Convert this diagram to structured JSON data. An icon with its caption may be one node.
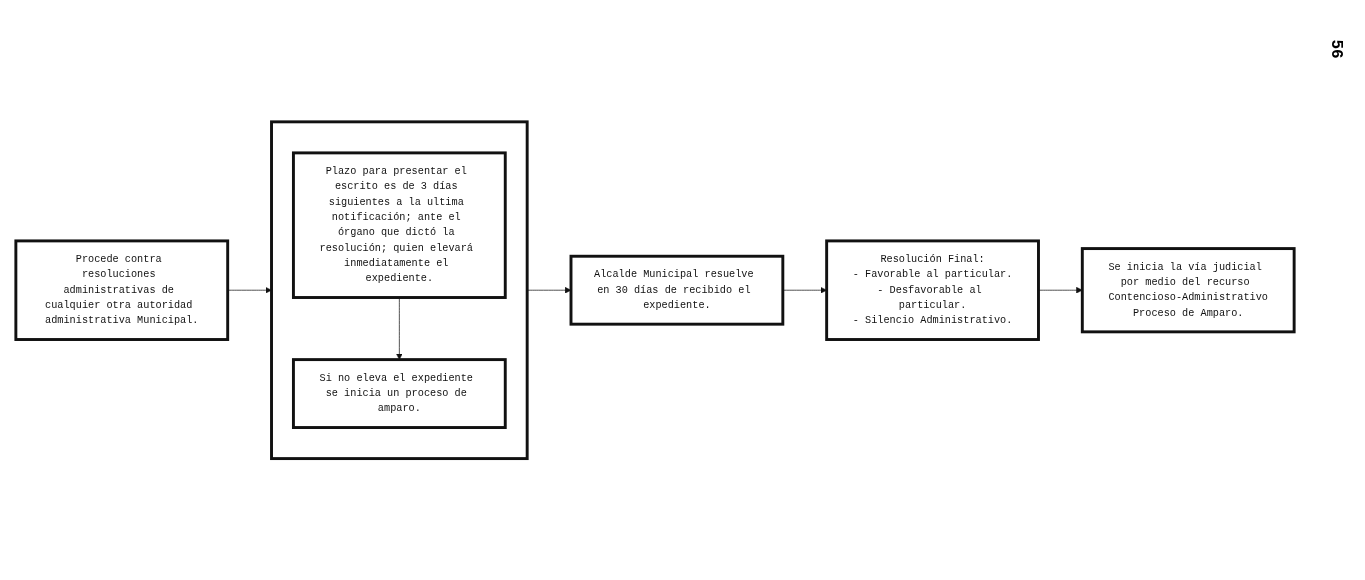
{
  "diagram": {
    "nodes": [
      {
        "text": [
          "Procede contra resoluciones administrativas de cualquier otra autoridad administrativa Municipal."
        ]
      },
      {
        "text": [],
        "shape": "box"
      },
      {
        "text": [
          "Plazo para presentar el escrito es de 3 días siguientes a la ultima notificación; ante el órgano que dictó la resolución; quien elevará inmediatamente el expediente."
        ],
        "in": 1
      },
      {
        "text": [
          "Si no eleva el expediente se inicia un proceso de amparo."
        ],
        "in": 1
      },
      {
        "text": [
          "Alcalde Municipal resuelve en 30 días de recibido el expediente."
        ]
      },
      {
        "text": [
          "Resolución Final:",
          "- Favorable al particular.",
          "- Desfavorable al particular.",
          "- Silencio Administrativo."
        ]
      },
      {
        "text": [
          "Se inicia la vía judicial por medio del recurso Contencioso-Administrativo",
          "Proceso de Amparo."
        ]
      }
    ],
    "edges": [
      {
        "from": 0,
        "to": 1,
        "arrow": "to"
      },
      {
        "from": 2,
        "to": 3,
        "arrow": "to"
      },
      {
        "from": 1,
        "to": 4,
        "arrow": "to"
      },
      {
        "from": 4,
        "to": 5,
        "arrow": "to"
      },
      {
        "from": 5,
        "to": 6,
        "arrow": "to"
      }
    ],
    "labels": [
      "56"
    ]
  }
}
